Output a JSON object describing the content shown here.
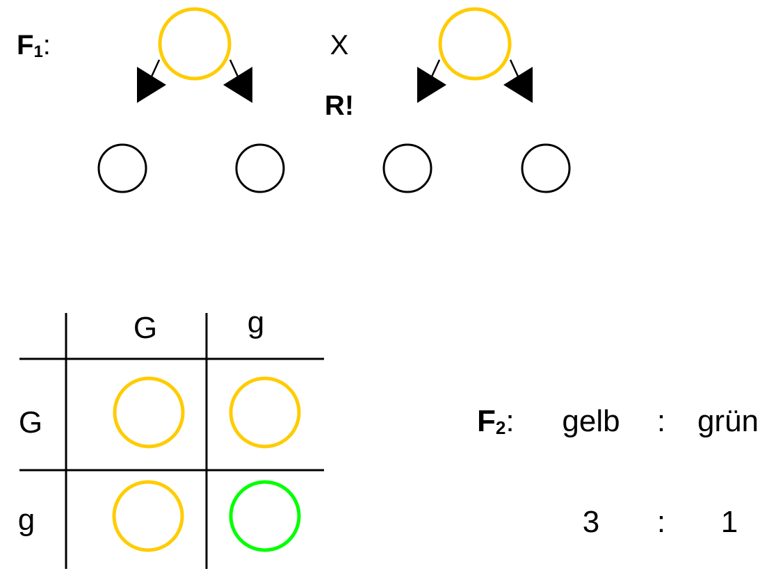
{
  "colors": {
    "yellow": "#FFCC00",
    "green": "#00FF00",
    "black": "#000000",
    "background": "#FFFFFF"
  },
  "f1": {
    "label": "F",
    "subscript": "1",
    "suffix": ":"
  },
  "cross": {
    "symbol": "X",
    "note": "R!"
  },
  "f1_parents": [
    "yellow",
    "yellow"
  ],
  "gametes": [
    "empty",
    "empty",
    "empty",
    "empty"
  ],
  "punnett": {
    "col_headers": [
      "G",
      "g"
    ],
    "row_headers": [
      "G",
      "g"
    ],
    "cells": [
      [
        "yellow",
        "yellow"
      ],
      [
        "yellow",
        "green"
      ]
    ]
  },
  "f2": {
    "label": "F",
    "subscript": "2",
    "suffix": ":",
    "phenotypes": [
      "gelb",
      "grün"
    ],
    "separator": ":",
    "ratio": [
      "3",
      "1"
    ]
  }
}
